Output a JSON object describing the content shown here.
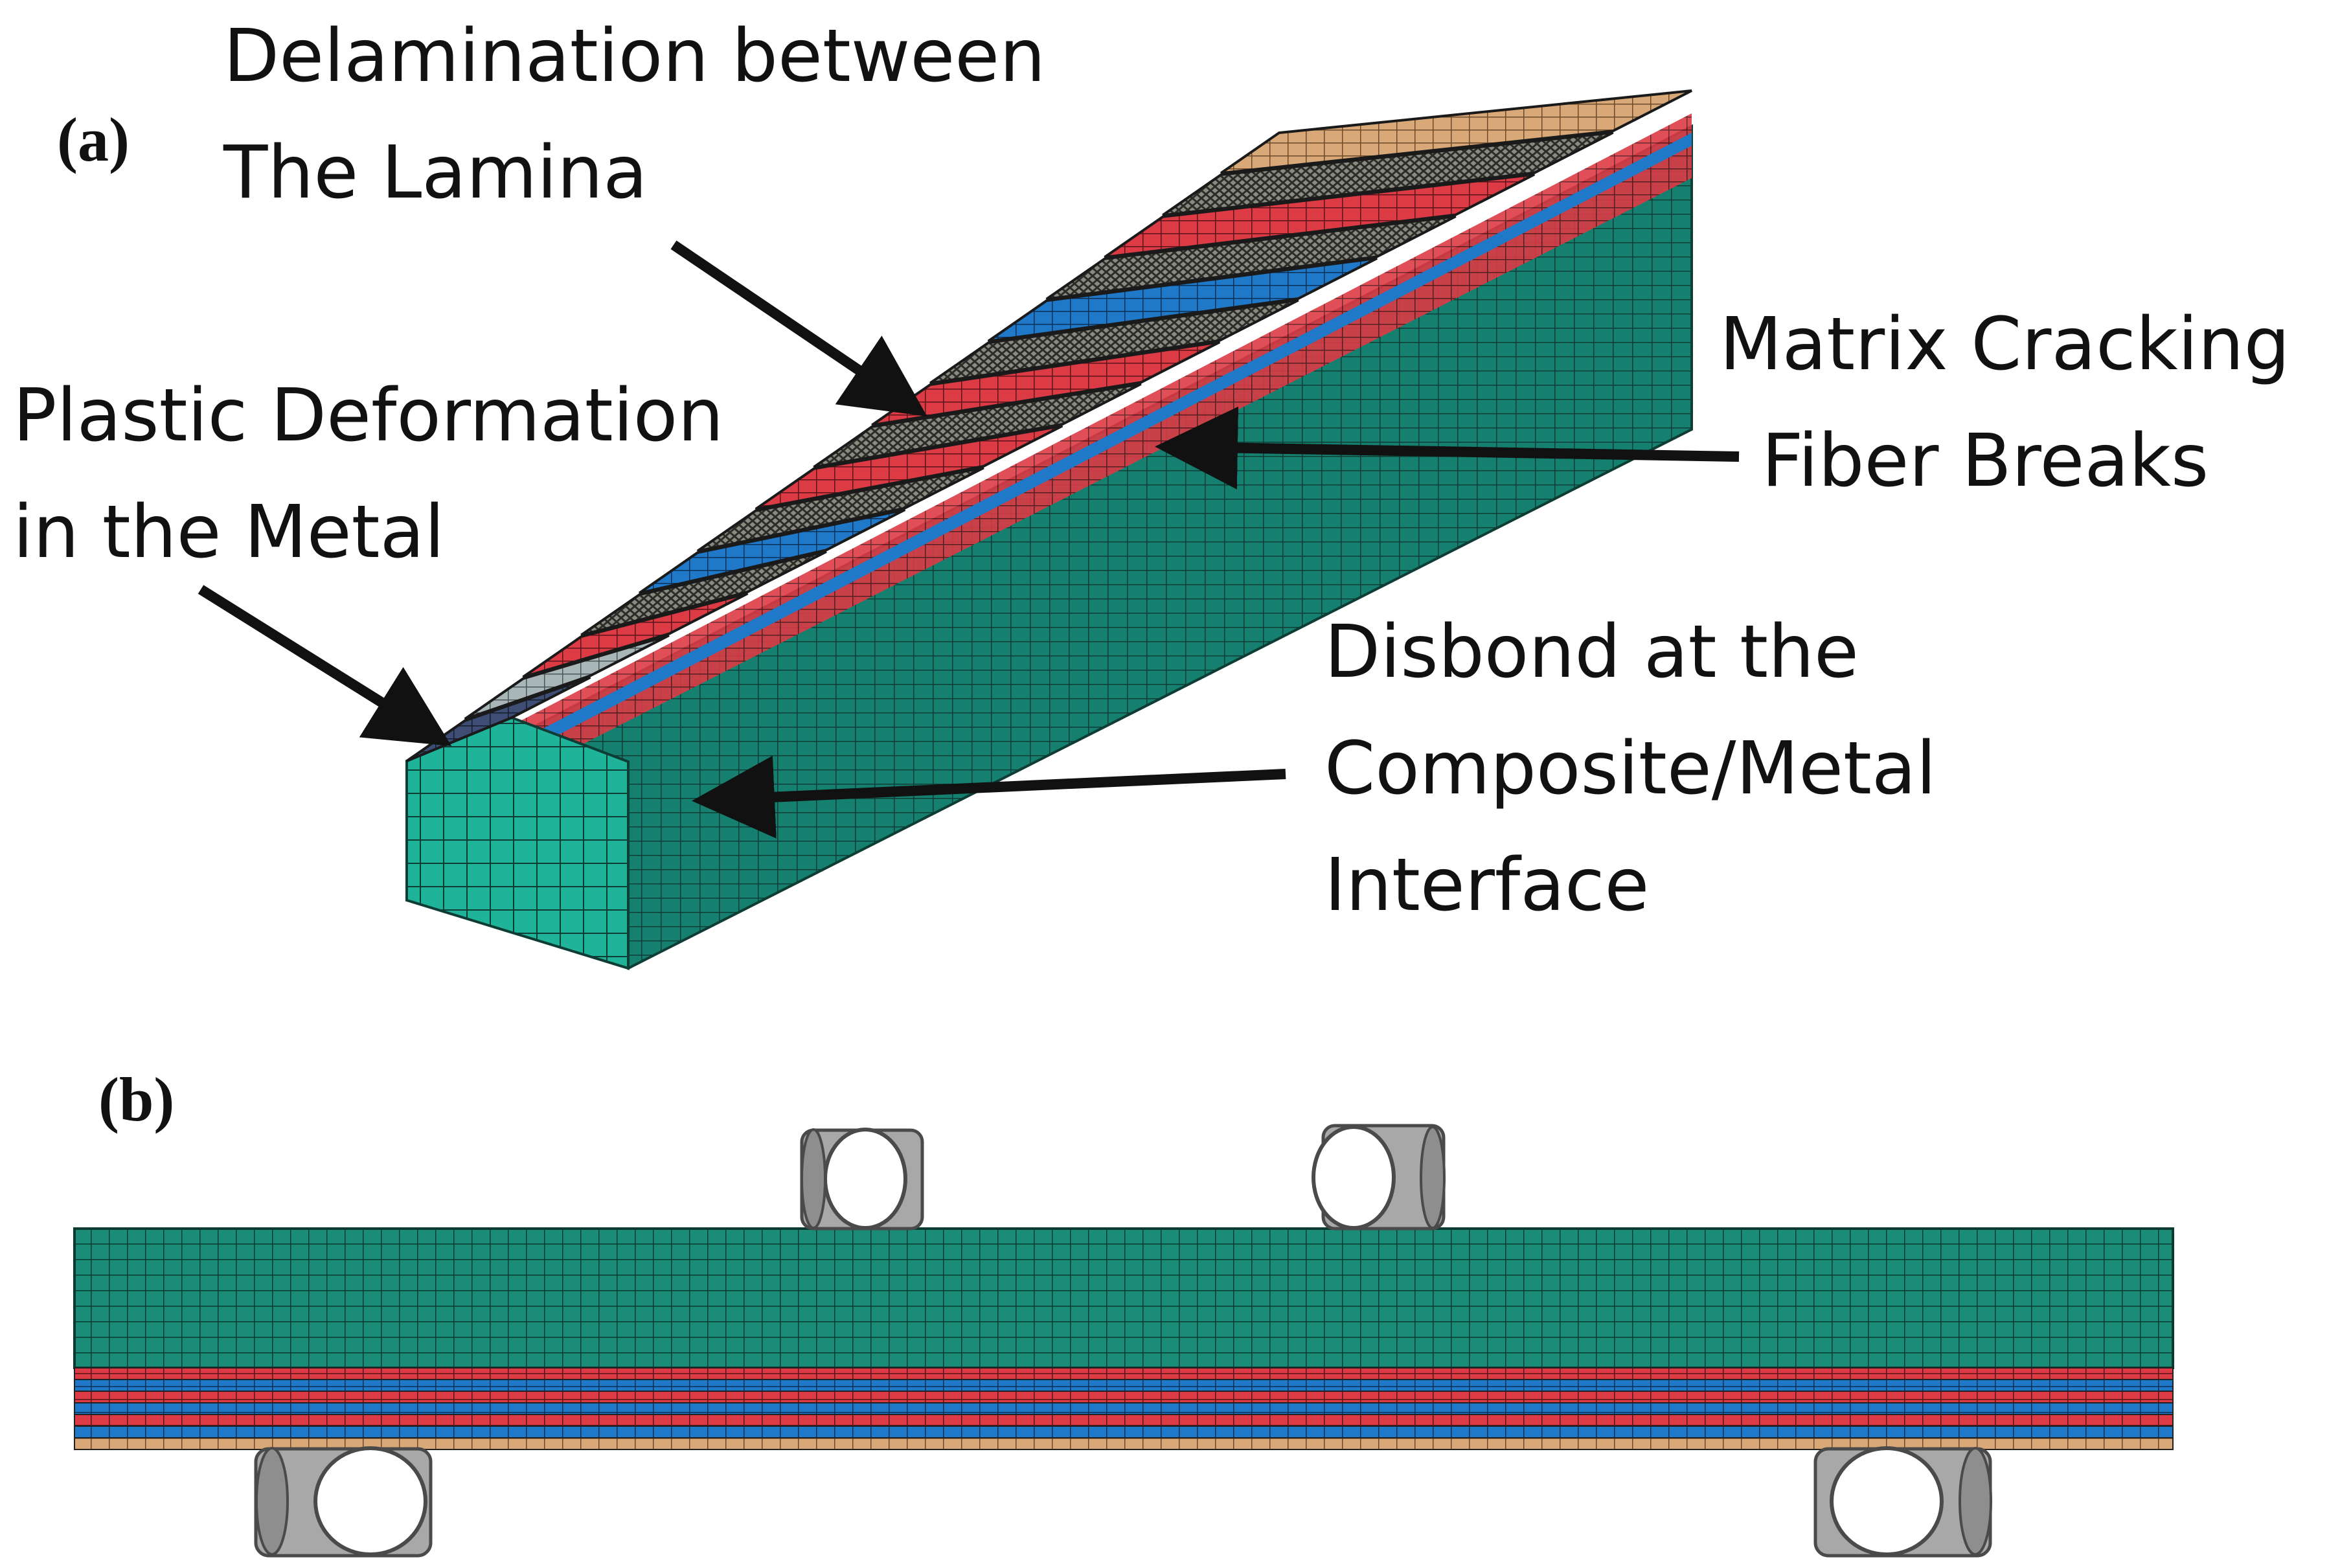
{
  "panels": {
    "a": "(a)",
    "b": "(b)"
  },
  "annotations": {
    "delamination": [
      "Delamination between",
      "The Lamina"
    ],
    "plastic": [
      "Plastic Deformation",
      "in the Metal"
    ],
    "matrix": [
      "Matrix Cracking",
      "Fiber Breaks"
    ],
    "disbond": [
      "Disbond at the",
      "Composite/Metal",
      "Interface"
    ]
  },
  "colors": {
    "metal": "#1b8c78",
    "metal_end": "#1fb39a",
    "metal_side": "#168070",
    "ply_red": "#dc3a45",
    "ply_blue": "#1f78c8",
    "ply_woven": "#5b5b52",
    "ply_tan": "#d8a878",
    "ply_light": "#a9b6b8",
    "ply_navy": "#3d4d73",
    "roller": "#a8a8a8",
    "arrow": "#111111"
  },
  "layup": [
    "navy",
    "light",
    "red",
    "woven",
    "blue",
    "woven",
    "red",
    "woven",
    "red",
    "woven",
    "blue",
    "woven",
    "red",
    "woven",
    "tan"
  ],
  "panel_b_laminate": [
    "red",
    "blue",
    "red",
    "blue",
    "red",
    "blue",
    "tan"
  ]
}
